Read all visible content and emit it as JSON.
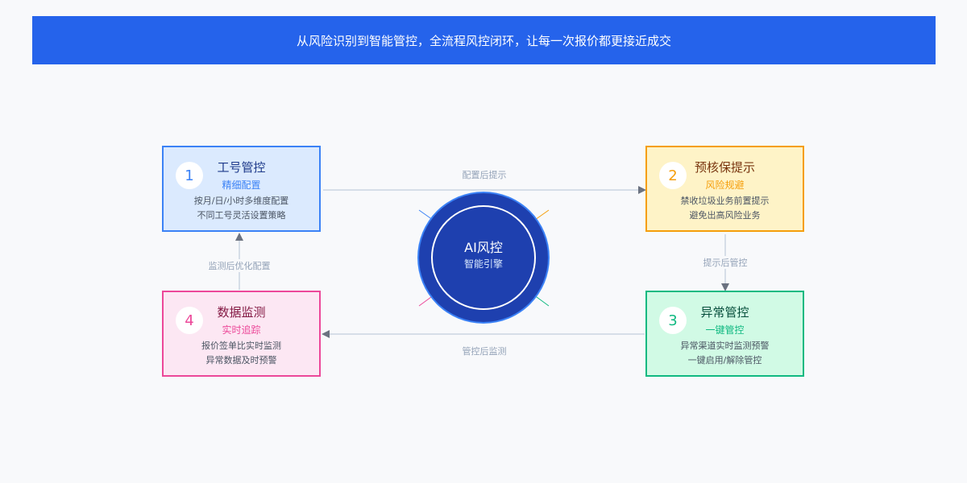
{
  "banner": {
    "text": "从风险识别到智能管控，全流程风控闭环，让每一次报价都更接近成交"
  },
  "center": {
    "title": "AI风控",
    "subtitle": "智能引擎"
  },
  "cards": [
    {
      "number": "1",
      "title": "工号管控",
      "subtitle": "精细配置",
      "lines": [
        "按月/日/小时多维度配置",
        "不同工号灵活设置策略"
      ],
      "color": "#3b82f6",
      "bg": "#dbeafe",
      "title_color": "#1e3a8a"
    },
    {
      "number": "2",
      "title": "预核保提示",
      "subtitle": "风险规避",
      "lines": [
        "禁收垃圾业务前置提示",
        "避免出高风险业务"
      ],
      "color": "#f59e0b",
      "bg": "#fef3c7",
      "title_color": "#78350f"
    },
    {
      "number": "3",
      "title": "异常管控",
      "subtitle": "一键管控",
      "lines": [
        "异常渠道实时监测预警",
        "一键启用/解除管控"
      ],
      "color": "#10b981",
      "bg": "#d1fae5",
      "title_color": "#064e3b"
    },
    {
      "number": "4",
      "title": "数据监测",
      "subtitle": "实时追踪",
      "lines": [
        "报价签单比实时监测",
        "异常数据及时预警"
      ],
      "color": "#ec4899",
      "bg": "#fce7f3",
      "title_color": "#831843"
    }
  ],
  "flows": {
    "one_to_two": "配置后提示",
    "two_to_three": "提示后管控",
    "three_to_four": "管控后监测",
    "four_to_one": "监测后优化配置"
  }
}
